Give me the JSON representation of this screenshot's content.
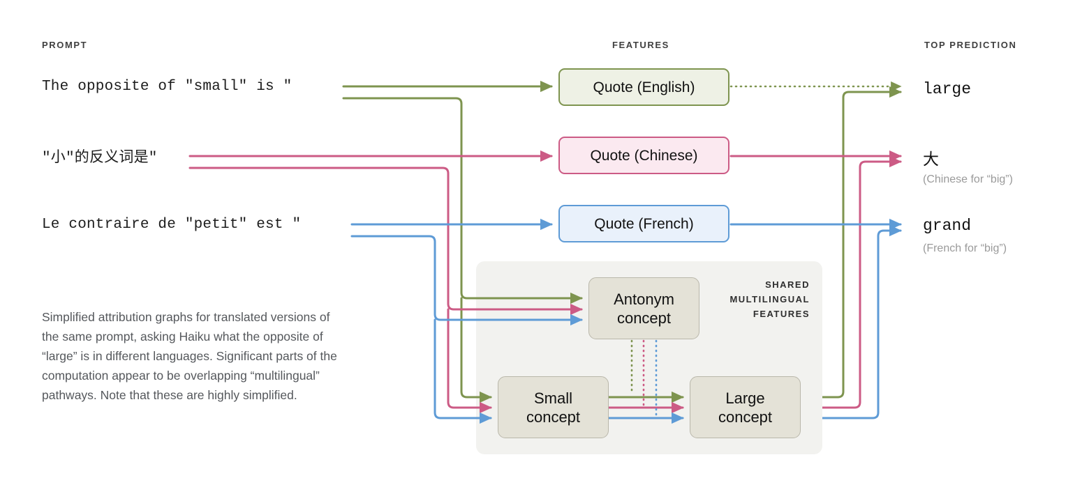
{
  "headers": {
    "prompt": "PROMPT",
    "features": "FEATURES",
    "top_prediction": "TOP PREDICTION"
  },
  "prompts": [
    {
      "id": "en",
      "text": "The opposite of \"small\" is \"",
      "language": "English",
      "color": "#7e944f"
    },
    {
      "id": "zh",
      "text": "\"小\"的反义词是\"",
      "language": "Chinese",
      "color": "#cc5b85"
    },
    {
      "id": "fr",
      "text": "Le contraire de \"petit\" est \"",
      "language": "French",
      "color": "#5e9bd6"
    }
  ],
  "features": [
    {
      "id": "quote-en",
      "label": "Quote (English)",
      "fill": "#eef1e5",
      "stroke": "#7e944f"
    },
    {
      "id": "quote-zh",
      "label": "Quote (Chinese)",
      "fill": "#fbe9f0",
      "stroke": "#cc5b85"
    },
    {
      "id": "quote-fr",
      "label": "Quote (French)",
      "fill": "#e9f1fb",
      "stroke": "#5e9bd6"
    }
  ],
  "shared": {
    "label_line1": "SHARED",
    "label_line2": "MULTILINGUAL",
    "label_line3": "FEATURES",
    "nodes": [
      {
        "id": "antonym",
        "line1": "Antonym",
        "line2": "concept"
      },
      {
        "id": "small",
        "line1": "Small",
        "line2": "concept"
      },
      {
        "id": "large",
        "line1": "Large",
        "line2": "concept"
      }
    ],
    "fill": "#e4e2d7",
    "stroke": "#b9b7aa",
    "panel_fill": "#f2f2ef"
  },
  "predictions": [
    {
      "id": "en",
      "word": "large",
      "note": "",
      "color": "#7e944f"
    },
    {
      "id": "zh",
      "word": "大",
      "note": "(Chinese for “big”)",
      "color": "#cc5b85"
    },
    {
      "id": "fr",
      "word": "grand",
      "note": "(French for “big”)",
      "color": "#5e9bd6"
    }
  ],
  "caption": "Simplified attribution graphs for translated versions of the same prompt, asking Haiku what the opposite of “large” is in different languages. Significant parts of the computation appear to be overlapping “multilingual” pathways. Note that these are highly simplified.",
  "colors": {
    "green": "#7e944f",
    "pink": "#cc5b85",
    "blue": "#5e9bd6",
    "background": "#ffffff",
    "text": "#1c1c1c",
    "muted": "#9a9a9a",
    "caption": "#55585c"
  }
}
